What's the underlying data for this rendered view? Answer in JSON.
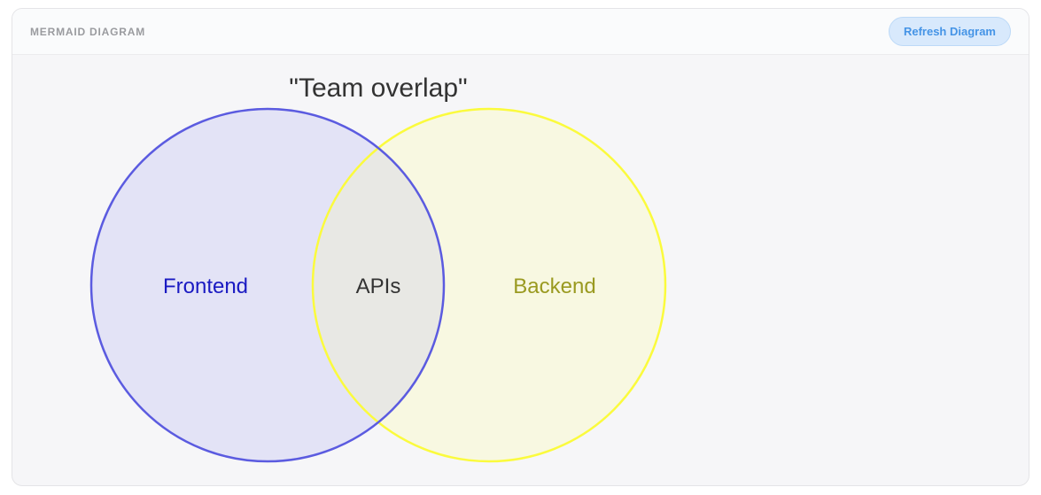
{
  "panel": {
    "header": {
      "title": "MERMAID DIAGRAM",
      "refresh_button_label": "Refresh Diagram"
    }
  },
  "diagram": {
    "title": "\"Team overlap\"",
    "title_color": "#333333",
    "type": "venn",
    "sets": [
      {
        "label": "Frontend",
        "label_color": "#1a1ac2",
        "fill": "#e3e3f6",
        "stroke": "#5b5be0"
      },
      {
        "label": "Backend",
        "label_color": "#9a9a20",
        "fill": "#f8f8e1",
        "stroke": "#fbfb3d"
      }
    ],
    "intersection": {
      "label": "APIs",
      "label_color": "#333333",
      "fill": "#e8e8e4"
    }
  },
  "colors": {
    "panel_background": "#f6f6f8",
    "header_background": "#fafbfc",
    "button_background": "#d8e9fc",
    "button_text": "#4594e6"
  }
}
